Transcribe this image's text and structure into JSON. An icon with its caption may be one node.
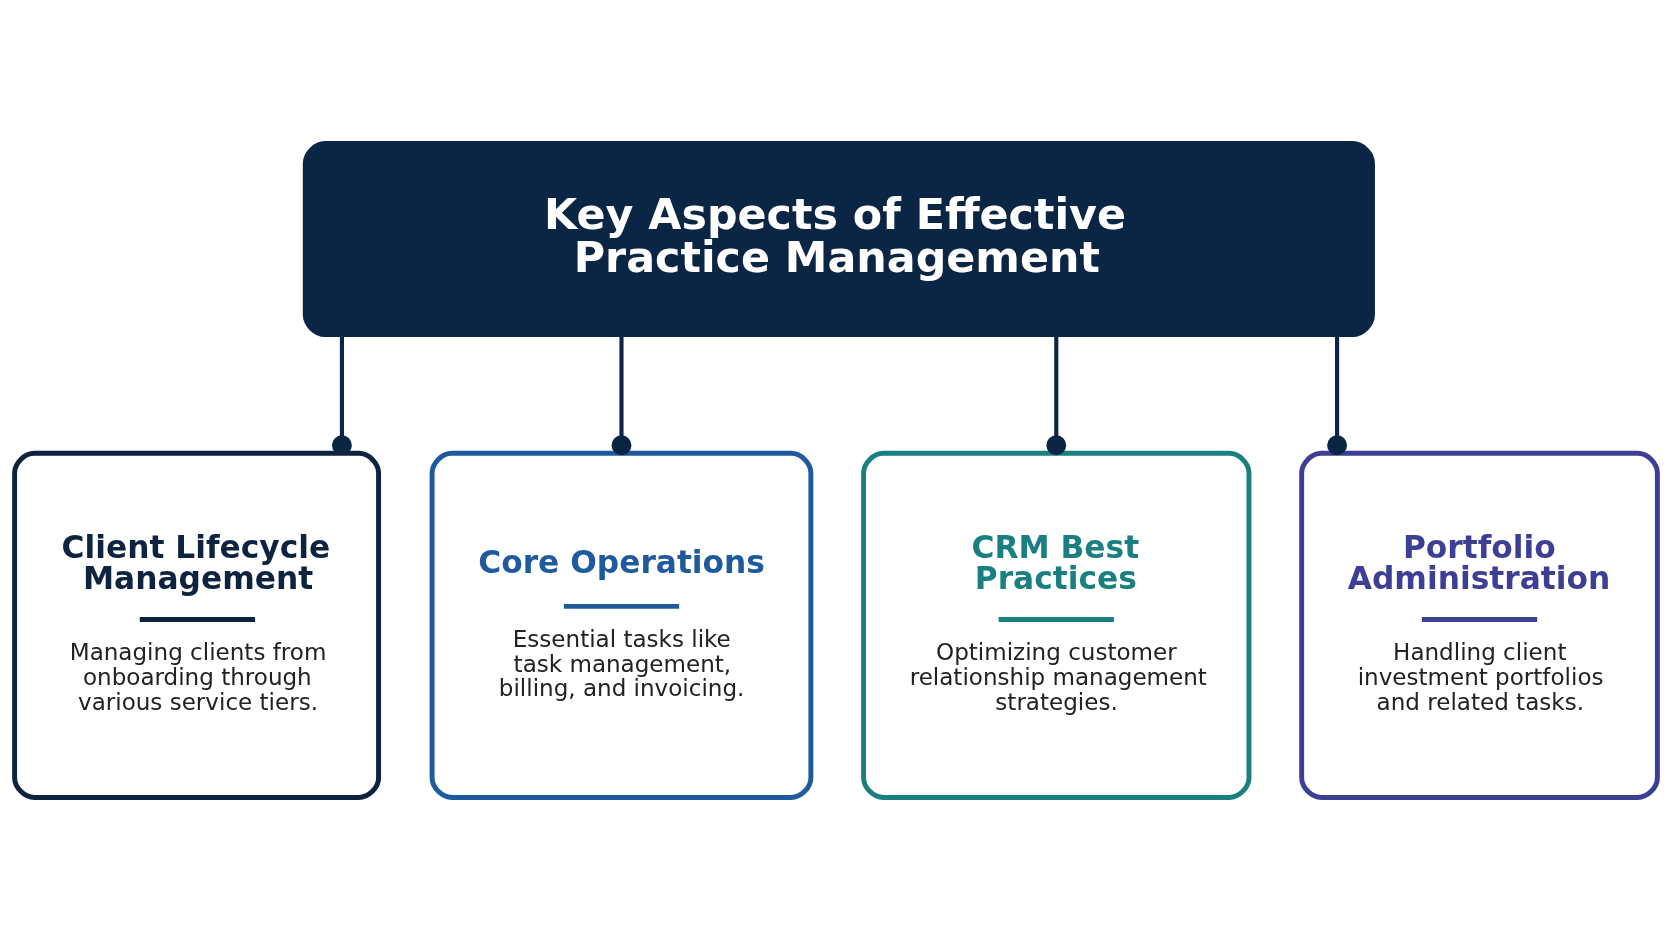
{
  "diagram": {
    "nodes": [
      {
        "text": [
          "Key Aspects of Effective Practice Management"
        ]
      },
      {
        "text": [
          "Client Lifecycle Management",
          "Managing clients from onboarding through various service tiers."
        ]
      },
      {
        "text": [
          "Core Operations",
          "Essential tasks like task management, billing, and invoicing."
        ]
      },
      {
        "text": [
          "CRM Best Practices",
          "Optimizing customer relationship management strategies."
        ]
      },
      {
        "text": [
          "Portfolio Administration",
          "Handling client investment portfolios and related tasks."
        ]
      }
    ],
    "edges": [
      {
        "from": 0,
        "to": 1,
        "arrow": "other"
      },
      {
        "from": 0,
        "to": 2,
        "arrow": "other"
      },
      {
        "from": 0,
        "to": 3,
        "arrow": "other"
      },
      {
        "from": 0,
        "to": 4,
        "arrow": "other"
      }
    ]
  }
}
